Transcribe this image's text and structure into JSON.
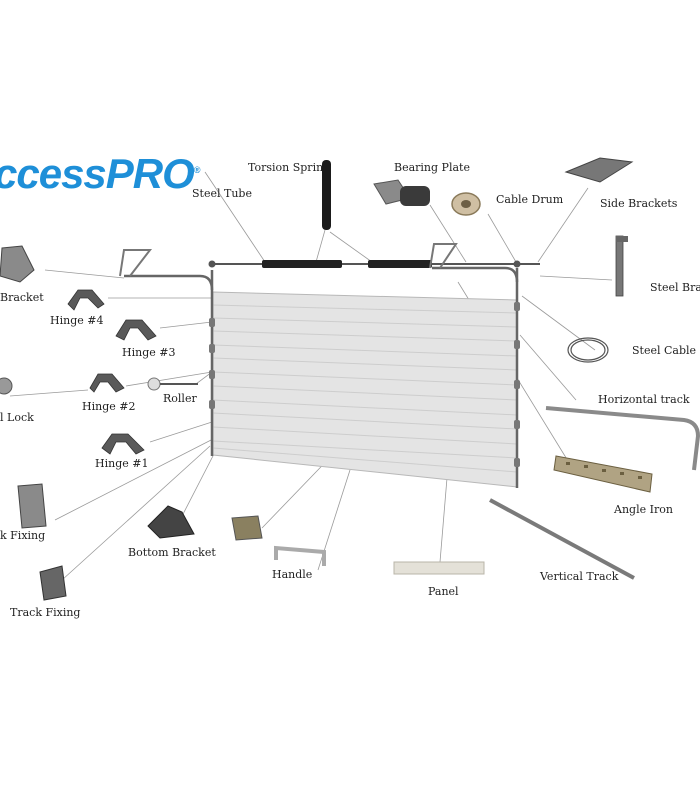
{
  "brand": {
    "prefix": "ccess",
    "strong": "PRO",
    "reg": "®"
  },
  "labels": {
    "torsion_spring": "Torsion Sprin",
    "bearing_plate": "Bearing Plate",
    "steel_tube": "Steel Tube",
    "cable_drum": "Cable Drum",
    "side_brackets": "Side Brackets",
    "top_bracket": "Bracket",
    "steel_bracket": "Steel Brac",
    "hinge_4": "Hinge #4",
    "hinge_3": "Hinge #3",
    "steel_cable": "Steel Cable",
    "lock": "l Lock",
    "hinge_2": "Hinge #2",
    "roller": "Roller",
    "horizontal_track": "Horizontal track",
    "hinge_1": "Hinge #1",
    "angle_iron": "Angle Iron",
    "track_fixing_top": "k Fixing",
    "bottom_bracket": "Bottom Bracket",
    "handle": "Handle",
    "panel": "Panel",
    "vertical_track": "Vertical Track",
    "track_fixing": "Track Fixing"
  }
}
